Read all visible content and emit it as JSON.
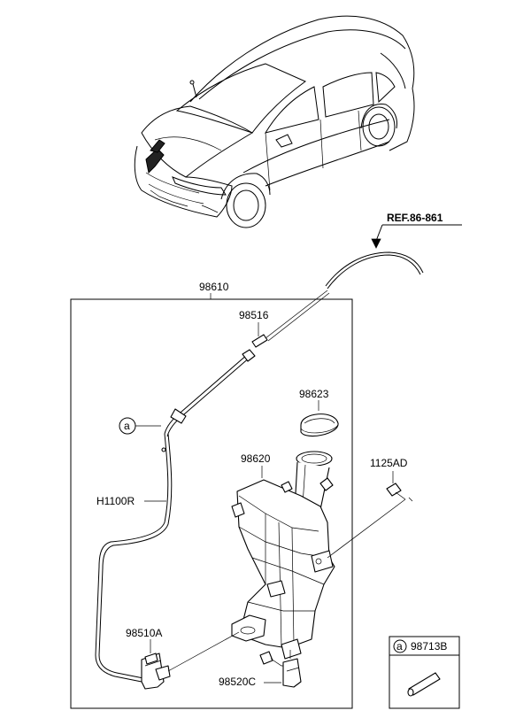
{
  "reference_label": "REF.86-861",
  "callout_circle": "a",
  "labels": {
    "assembly": "98610",
    "connector": "98516",
    "cap": "98623",
    "reservoir": "98620",
    "bolt": "1125AD",
    "hose": "H1100R",
    "pump_front": "98510A",
    "pump_rear": "98520C"
  },
  "inset": {
    "circle": "a",
    "part_no": "98713B"
  }
}
